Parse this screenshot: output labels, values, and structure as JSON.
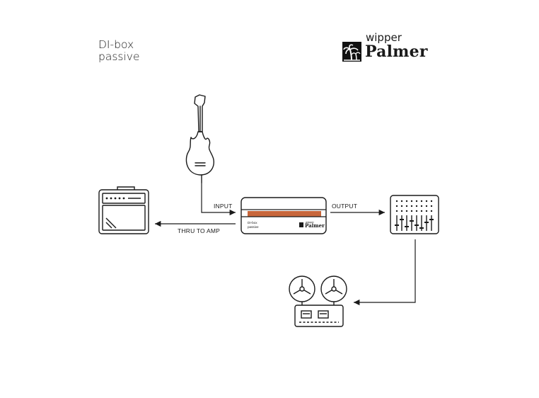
{
  "title": {
    "line1": "DI-box",
    "line2": "passive"
  },
  "brand": {
    "top": "wipper",
    "main": "Palmer"
  },
  "labels": {
    "input": "INPUT",
    "output": "OUTPUT",
    "thru": "THRU TO AMP"
  },
  "device": {
    "line1": "DI-box",
    "line2": "passive",
    "brand_top": "wipper",
    "brand_main": "Palmer",
    "accent": "#c8663a"
  }
}
